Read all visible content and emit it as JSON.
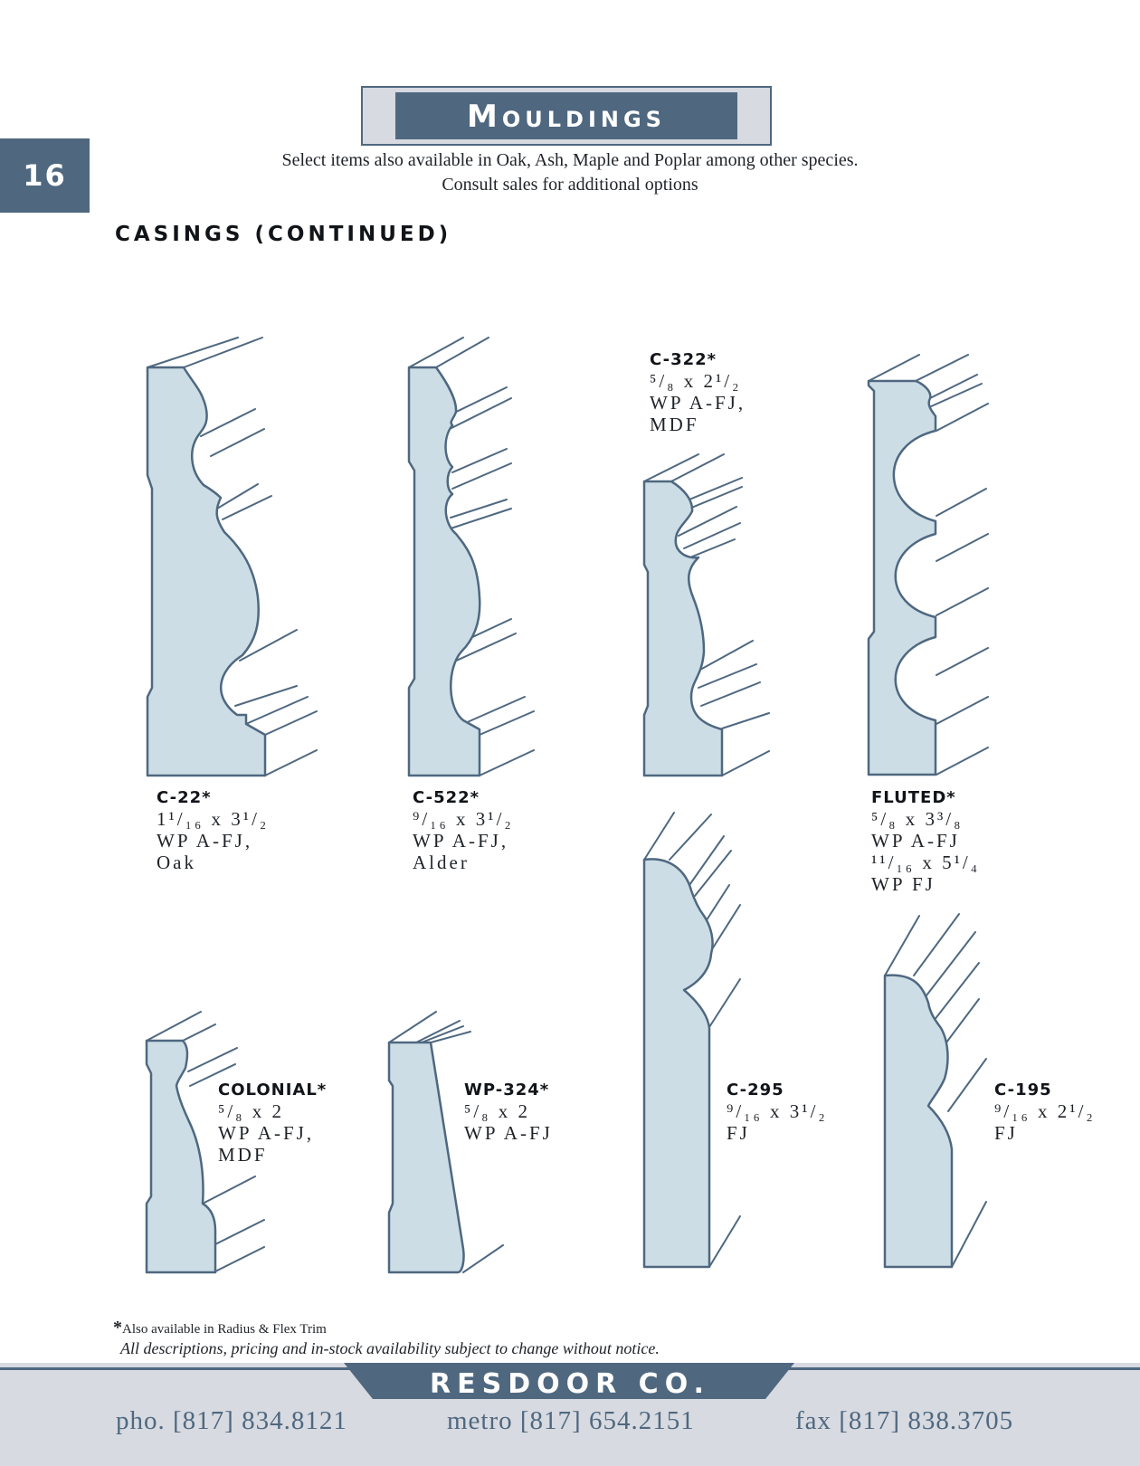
{
  "header": {
    "title": "Mouldings",
    "page_number": "16",
    "subtitle_lines": [
      "Select items also available in Oak, Ash, Maple and Poplar among other species.",
      "Consult sales for additional options"
    ]
  },
  "section": {
    "heading": "CASINGS (CONTINUED)"
  },
  "products": {
    "c22": {
      "code": "C-22*",
      "lines": [
        "1¹/₁₆ x 3¹/₂",
        "WP A-FJ,",
        "Oak"
      ]
    },
    "c522": {
      "code": "C-522*",
      "lines": [
        "⁹/₁₆ x 3¹/₂",
        "WP A-FJ,",
        "Alder"
      ]
    },
    "c322": {
      "code": "C-322*",
      "lines": [
        "⁵/₈ x 2¹/₂",
        "WP A-FJ,",
        "MDF"
      ]
    },
    "fluted": {
      "code": "FLUTED*",
      "lines": [
        "⁵/₈ x 3³/₈",
        "WP A-FJ",
        "¹¹/₁₆ x 5¹/₄",
        "WP FJ"
      ]
    },
    "colonial": {
      "code": "COLONIAL*",
      "lines": [
        "⁵/₈ x 2",
        "WP A-FJ,",
        "MDF"
      ]
    },
    "wp324": {
      "code": "WP-324*",
      "lines": [
        "⁵/₈ x 2",
        "WP A-FJ"
      ]
    },
    "c295": {
      "code": "C-295",
      "lines": [
        "⁹/₁₆ x 3¹/₂",
        "FJ"
      ]
    },
    "c195": {
      "code": "C-195",
      "lines": [
        "⁹/₁₆ x 2¹/₂",
        "FJ"
      ]
    }
  },
  "notes": {
    "star": "*",
    "radius": "Also available in Radius & Flex Trim",
    "disclaimer": "All descriptions, pricing and in-stock availability subject to change without notice."
  },
  "footer": {
    "company": "RESDOOR CO.",
    "phone": "pho. [817] 834.8121",
    "metro": "metro [817] 654.2151",
    "fax": "fax [817] 838.3705"
  },
  "colors": {
    "brand": "#4f6880",
    "band": "#d7dae0",
    "profile_fill": "#ccdde6"
  }
}
